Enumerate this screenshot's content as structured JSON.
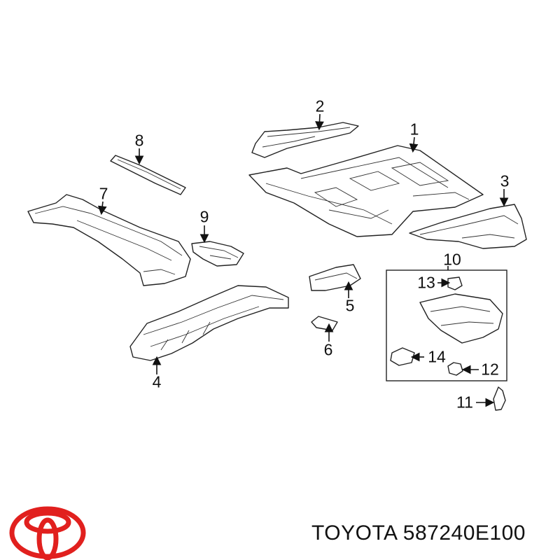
{
  "callouts": [
    {
      "id": "1",
      "label": "1"
    },
    {
      "id": "2",
      "label": "2"
    },
    {
      "id": "3",
      "label": "3"
    },
    {
      "id": "4",
      "label": "4"
    },
    {
      "id": "5",
      "label": "5"
    },
    {
      "id": "6",
      "label": "6"
    },
    {
      "id": "7",
      "label": "7"
    },
    {
      "id": "8",
      "label": "8"
    },
    {
      "id": "9",
      "label": "9"
    },
    {
      "id": "10",
      "label": "10"
    },
    {
      "id": "11",
      "label": "11"
    },
    {
      "id": "12",
      "label": "12"
    },
    {
      "id": "13",
      "label": "13"
    },
    {
      "id": "14",
      "label": "14"
    }
  ],
  "caption": {
    "brand": "TOYOTA",
    "part_number": "587240E100"
  },
  "colors": {
    "logo": "#e1201e",
    "ink": "#111111"
  },
  "icons": {
    "logo": "toyota-logo-icon"
  }
}
